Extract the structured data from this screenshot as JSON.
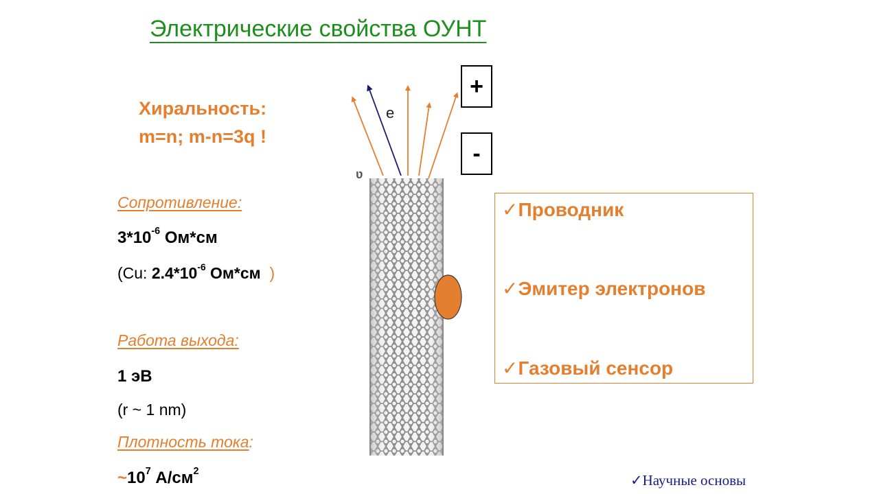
{
  "slide": {
    "title": "Электрические свойства ОУНТ",
    "chirality": {
      "line1": "Хиральность:",
      "line2": "m=n; m-n=3q  !"
    },
    "resistance": {
      "label": "Сопротивление:",
      "value_base": "3*10",
      "value_exp": "-6",
      "value_unit": " Ом*см",
      "cu_open": "(Cu: ",
      "cu_base": "2.4*10",
      "cu_exp": "-6",
      "cu_unit": " Ом*см",
      "cu_close": "  )"
    },
    "work_function": {
      "label": "Работа выхода:",
      "value": "1 эВ",
      "note": "(r ~ 1 nm)"
    },
    "current_density": {
      "label": "Плотность тока",
      "colon": ":",
      "tilde": "~",
      "base": "10",
      "exp": "7",
      "unit": " А/см",
      "unit_exp": "2"
    },
    "diagram": {
      "electron_label": "e",
      "plus_sign": "+",
      "minus_sign": "-",
      "arrow_color": "#e37f2e",
      "electron_arrow_color": "#1a1a6e",
      "molecule_color": "#e37f2e"
    },
    "properties": {
      "check": "✓",
      "items": [
        "Проводник",
        "Эмитер электронов",
        "Газовый сенсор"
      ]
    },
    "footer": {
      "check": "✓",
      "text": "Научные основы"
    }
  }
}
